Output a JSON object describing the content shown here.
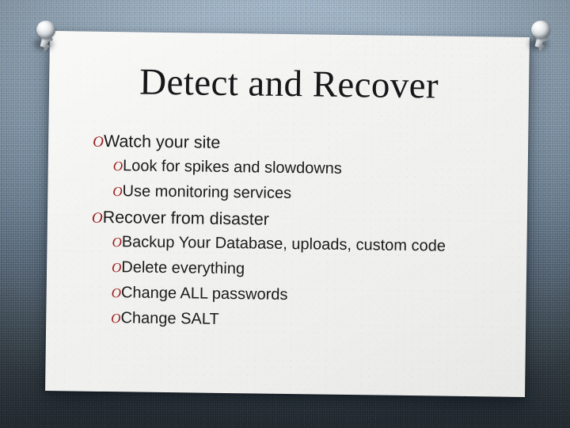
{
  "slide": {
    "title": "Detect and Recover",
    "background_color": "#7e92a4",
    "paper_color": "#f2f2f0",
    "bullet_color": "#9b1b1b",
    "text_color": "#1b1b1d",
    "bullet_glyph": "O",
    "bullets": [
      {
        "level": 1,
        "text": "Watch your site"
      },
      {
        "level": 2,
        "text": "Look for spikes and slowdowns"
      },
      {
        "level": 2,
        "text": "Use monitoring services"
      },
      {
        "level": 1,
        "text": "Recover from disaster"
      },
      {
        "level": 2,
        "text": "Backup Your Database, uploads, custom code"
      },
      {
        "level": 2,
        "text": "Delete everything"
      },
      {
        "level": 2,
        "text": "Change ALL passwords"
      },
      {
        "level": 2,
        "text": "Change SALT"
      }
    ]
  },
  "decorations": {
    "pin_left": "pushpin-icon",
    "pin_right": "pushpin-icon"
  }
}
